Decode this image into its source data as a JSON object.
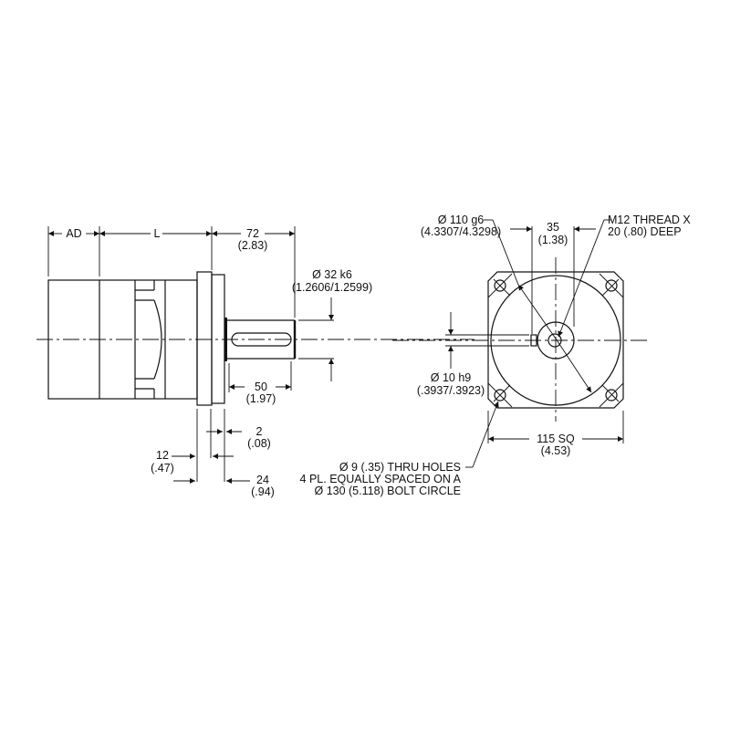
{
  "drawing": {
    "title": "Gearhead motor outline dimension drawing",
    "side_view": {
      "dimensions": {
        "ad": {
          "label": "AD"
        },
        "l": {
          "label": "L"
        },
        "shaft_length": {
          "mm": "72",
          "in": "(2.83)"
        },
        "shaft_dia": {
          "mm": "Ø 32 k6",
          "in": "(1.2606/1.2599)"
        },
        "key_length": {
          "mm": "50",
          "in": "(1.97)"
        },
        "pilot_gap": {
          "mm": "2",
          "in": "(.08)"
        },
        "flange_thk": {
          "mm": "12",
          "in": "(.47)"
        },
        "pilot_depth": {
          "mm": "24",
          "in": "(.94)"
        }
      }
    },
    "front_view": {
      "dimensions": {
        "pilot_dia": {
          "mm": "Ø 110 g6",
          "in": "(4.3307/4.3298)"
        },
        "key_height": {
          "mm": "35",
          "in": "(1.38)"
        },
        "thread": {
          "line1": "M12 THREAD X",
          "line2": "20 (.80) DEEP"
        },
        "key_width": {
          "mm": "Ø 10 h9",
          "in": "(.3937/.3923)"
        },
        "square": {
          "mm": "115 SQ",
          "in": "(4.53)"
        },
        "holes": {
          "line1": "Ø 9 (.35) THRU HOLES",
          "line2": "4 PL. EQUALLY SPACED  ON A",
          "line3": "Ø 130 (5.118) BOLT CIRCLE"
        }
      }
    }
  }
}
